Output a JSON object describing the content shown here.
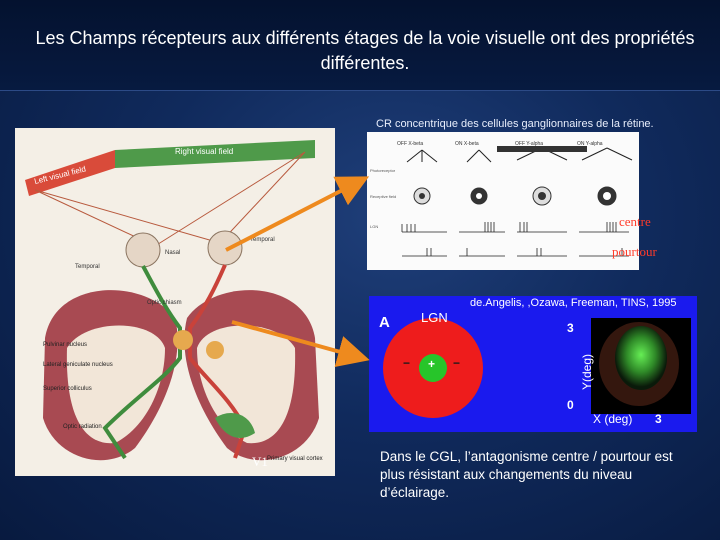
{
  "slide": {
    "title": "Les Champs récepteurs aux différents étages de la voie visuelle ont des propriétés différentes.",
    "caption_ganglion": "CR concentrique des cellules ganglionnaires de la rétine.",
    "label_centre": "centre",
    "label_pourtour": "pourtour",
    "label_v1": "V1",
    "citation": "de.Angelis, ,Ozawa, Freeman, TINS, 1995",
    "bottom_text": "Dans le CGL, l’antagonisme centre / pourtour est plus résistant aux changements du niveau d’éclairage."
  },
  "anatomy": {
    "left_visual_field": "Left visual field",
    "right_visual_field": "Right visual field",
    "nasal": "Nasal",
    "temporal_left": "Temporal",
    "temporal_right": "Temporal",
    "optic_chiasm": "Optic chiasm",
    "pulvinar": "Pulvinar nucleus",
    "lgn": "Lateral geniculate nucleus",
    "superior_colliculus": "Superior colliculus",
    "optic_radiation": "Optic radiation",
    "primary_visual_cortex": "Primary visual cortex"
  },
  "ganglion": {
    "col1": "OFF X-beta",
    "col2": "ON X-beta",
    "col3": "OFF Y-alpha",
    "col4": "ON Y-alpha",
    "row1": "Photoreceptor",
    "row2": "Receptive field",
    "row3": "LGN"
  },
  "lgn_panel": {
    "letter": "A",
    "label": "LGN",
    "minus": "−",
    "plus": "+",
    "ylabel": "Y(deg)",
    "xlabel": "X (deg)",
    "tick_y_top": "3",
    "tick_y_bottom": "0",
    "tick_x_right": "3"
  },
  "colors": {
    "arrow": "#ee8a1e",
    "label_red": "#ff3b2a",
    "lgn_bg": "#1a1aee"
  }
}
